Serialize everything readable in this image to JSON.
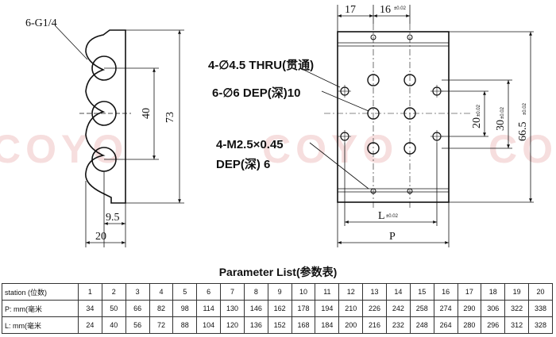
{
  "watermark": {
    "text": "COYO",
    "color": "#f2cccc"
  },
  "side_view": {
    "port_label": "6-G1/4",
    "dim_height": "73",
    "dim_pitch": "40",
    "dim_offset": "9.5",
    "dim_width": "20"
  },
  "front_view": {
    "dim_top_left": "17",
    "dim_top_pitch": "16",
    "dim_top_pitch_tol": "±0.02",
    "note_thru": "4-∅4.5 THRU(贯通)",
    "note_dep": "6-∅6 DEP(深)10",
    "note_thread": "4-M2.5×0.45",
    "note_thread_dep": "DEP(深) 6",
    "dim_20": "20",
    "dim_20_tol": "±0.02",
    "dim_30": "30",
    "dim_30_tol": "±0.02",
    "dim_66": "66.5",
    "dim_66_tol": "±0.02",
    "dim_L": "L",
    "dim_L_tol": "±0.02",
    "dim_P": "P"
  },
  "parameter_list": {
    "title": "Parameter List(参数表)",
    "rows": [
      {
        "label": "station (位数)",
        "values": [
          "1",
          "2",
          "3",
          "4",
          "5",
          "6",
          "7",
          "8",
          "9",
          "10",
          "11",
          "12",
          "13",
          "14",
          "15",
          "16",
          "17",
          "18",
          "19",
          "20"
        ]
      },
      {
        "label": "P: mm(毫米",
        "values": [
          "34",
          "50",
          "66",
          "82",
          "98",
          "114",
          "130",
          "146",
          "162",
          "178",
          "194",
          "210",
          "226",
          "242",
          "258",
          "274",
          "290",
          "306",
          "322",
          "338"
        ]
      },
      {
        "label": "L: mm(毫米",
        "values": [
          "24",
          "40",
          "56",
          "72",
          "88",
          "104",
          "120",
          "136",
          "152",
          "168",
          "184",
          "200",
          "216",
          "232",
          "248",
          "264",
          "280",
          "296",
          "312",
          "328"
        ]
      }
    ]
  }
}
